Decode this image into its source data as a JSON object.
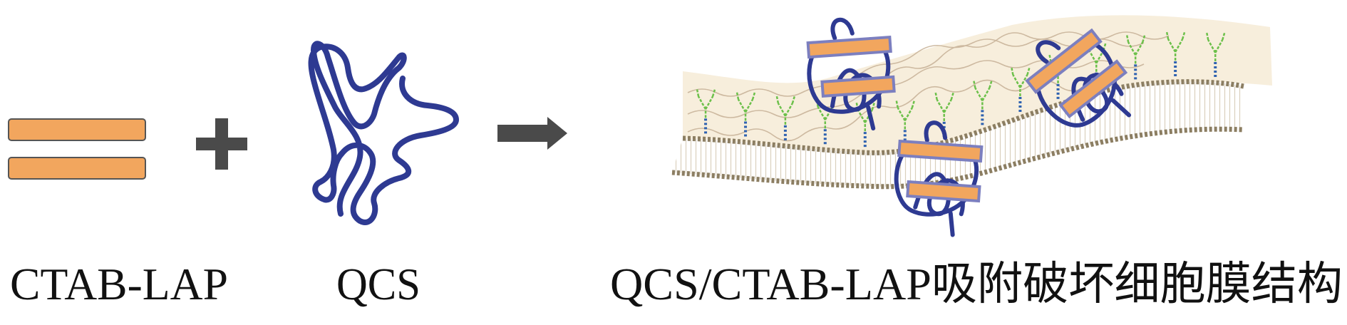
{
  "labels": {
    "ctab_lap": "CTAB-LAP",
    "qcs": "QCS",
    "result": "QCS/CTAB-LAP吸附破坏细胞膜结构"
  },
  "colors": {
    "orange": "#F2A65E",
    "coil_blue": "#2E3A92",
    "operator_gray": "#4a4a4a",
    "membrane_beige": "#F7EEDC",
    "lipid_brown": "#8C7E62",
    "glycan_green": "#6CC04A",
    "glycan_blue": "#2F62B0"
  },
  "icons": {
    "plus": "plus-icon",
    "arrow": "arrow-right-icon"
  }
}
